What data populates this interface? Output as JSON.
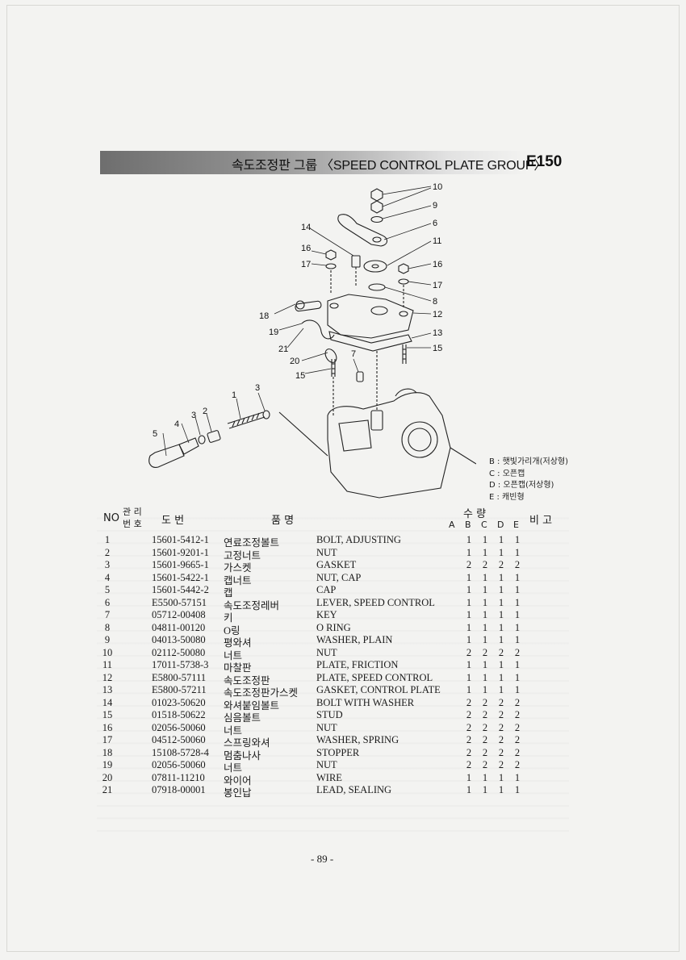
{
  "header": {
    "title": "속도조정판 그룹 〈SPEED CONTROL PLATE GROUP〉",
    "code": "E150"
  },
  "diagram": {
    "callouts": [
      "10",
      "9",
      "6",
      "14",
      "11",
      "16",
      "17",
      "16",
      "17",
      "8",
      "18",
      "12",
      "19",
      "13",
      "21",
      "7",
      "15",
      "20",
      "15",
      "1",
      "3",
      "4",
      "3",
      "2",
      "5"
    ]
  },
  "legend": [
    "B : 햇빛가리개(저상형)",
    "C : 오픈캡",
    "D : 오픈캡(저상형)",
    "E : 캐빈형"
  ],
  "table_header": {
    "no": "NO",
    "mgmt_1": "관 리",
    "mgmt_2": "번 호",
    "drawing": "도   번",
    "item_name": "품                    명",
    "qty": "수     량",
    "qty_cols": [
      "A",
      "B",
      "C",
      "D",
      "E"
    ],
    "remarks": "비  고"
  },
  "parts": [
    {
      "no": "1",
      "pn": "15601-5412-1",
      "kr": "연료조정볼트",
      "en": "BOLT, ADJUSTING",
      "b": "1",
      "c": "1",
      "d": "1",
      "e": "1"
    },
    {
      "no": "2",
      "pn": "15601-9201-1",
      "kr": "고정너트",
      "en": "NUT",
      "b": "1",
      "c": "1",
      "d": "1",
      "e": "1"
    },
    {
      "no": "3",
      "pn": "15601-9665-1",
      "kr": "가스켓",
      "en": "GASKET",
      "b": "2",
      "c": "2",
      "d": "2",
      "e": "2"
    },
    {
      "no": "4",
      "pn": "15601-5422-1",
      "kr": "캡너트",
      "en": "NUT, CAP",
      "b": "1",
      "c": "1",
      "d": "1",
      "e": "1"
    },
    {
      "no": "5",
      "pn": "15601-5442-2",
      "kr": "캡",
      "en": "CAP",
      "b": "1",
      "c": "1",
      "d": "1",
      "e": "1"
    },
    {
      "no": "6",
      "pn": "E5500-57151",
      "kr": "속도조정레버",
      "en": "LEVER, SPEED CONTROL",
      "b": "1",
      "c": "1",
      "d": "1",
      "e": "1"
    },
    {
      "no": "7",
      "pn": "05712-00408",
      "kr": "키",
      "en": "KEY",
      "b": "1",
      "c": "1",
      "d": "1",
      "e": "1"
    },
    {
      "no": "8",
      "pn": "04811-00120",
      "kr": "O링",
      "en": "O RING",
      "b": "1",
      "c": "1",
      "d": "1",
      "e": "1"
    },
    {
      "no": "9",
      "pn": "04013-50080",
      "kr": "평와셔",
      "en": "WASHER, PLAIN",
      "b": "1",
      "c": "1",
      "d": "1",
      "e": "1"
    },
    {
      "no": "10",
      "pn": "02112-50080",
      "kr": "너트",
      "en": "NUT",
      "b": "2",
      "c": "2",
      "d": "2",
      "e": "2"
    },
    {
      "no": "11",
      "pn": "17011-5738-3",
      "kr": "마찰판",
      "en": "PLATE, FRICTION",
      "b": "1",
      "c": "1",
      "d": "1",
      "e": "1"
    },
    {
      "no": "12",
      "pn": "E5800-57111",
      "kr": "속도조정판",
      "en": "PLATE, SPEED CONTROL",
      "b": "1",
      "c": "1",
      "d": "1",
      "e": "1"
    },
    {
      "no": "13",
      "pn": "E5800-57211",
      "kr": "속도조정판가스켓",
      "en": "GASKET, CONTROL PLATE",
      "b": "1",
      "c": "1",
      "d": "1",
      "e": "1"
    },
    {
      "no": "14",
      "pn": "01023-50620",
      "kr": "와셔붙임볼트",
      "en": "BOLT WITH WASHER",
      "b": "2",
      "c": "2",
      "d": "2",
      "e": "2"
    },
    {
      "no": "15",
      "pn": "01518-50622",
      "kr": "심음볼트",
      "en": "STUD",
      "b": "2",
      "c": "2",
      "d": "2",
      "e": "2"
    },
    {
      "no": "16",
      "pn": "02056-50060",
      "kr": "너트",
      "en": "NUT",
      "b": "2",
      "c": "2",
      "d": "2",
      "e": "2"
    },
    {
      "no": "17",
      "pn": "04512-50060",
      "kr": "스프링와셔",
      "en": "WASHER, SPRING",
      "b": "2",
      "c": "2",
      "d": "2",
      "e": "2"
    },
    {
      "no": "18",
      "pn": "15108-5728-4",
      "kr": "멈춤나사",
      "en": "STOPPER",
      "b": "2",
      "c": "2",
      "d": "2",
      "e": "2"
    },
    {
      "no": "19",
      "pn": "02056-50060",
      "kr": "너트",
      "en": "NUT",
      "b": "2",
      "c": "2",
      "d": "2",
      "e": "2"
    },
    {
      "no": "20",
      "pn": "07811-11210",
      "kr": "와이어",
      "en": "WIRE",
      "b": "1",
      "c": "1",
      "d": "1",
      "e": "1"
    },
    {
      "no": "21",
      "pn": "07918-00001",
      "kr": "봉인납",
      "en": "LEAD, SEALING",
      "b": "1",
      "c": "1",
      "d": "1",
      "e": "1"
    }
  ],
  "page_number": "- 89 -"
}
